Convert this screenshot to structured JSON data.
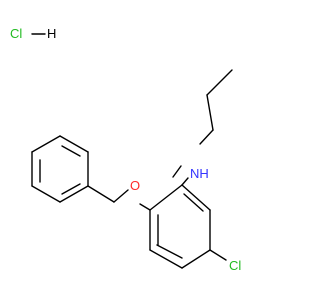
{
  "molecule": {
    "salt_label": "HCl·H",
    "salt_cl_text": "Cl",
    "salt_h_text": "H",
    "amine_text": "NH",
    "oxygen_text": "O",
    "chlorine_text": "Cl"
  },
  "colors": {
    "bond": "#000000",
    "carbon_text": "#000000",
    "nitrogen": "#3333ff",
    "oxygen": "#ff2a2a",
    "chlorine": "#22bb22"
  }
}
